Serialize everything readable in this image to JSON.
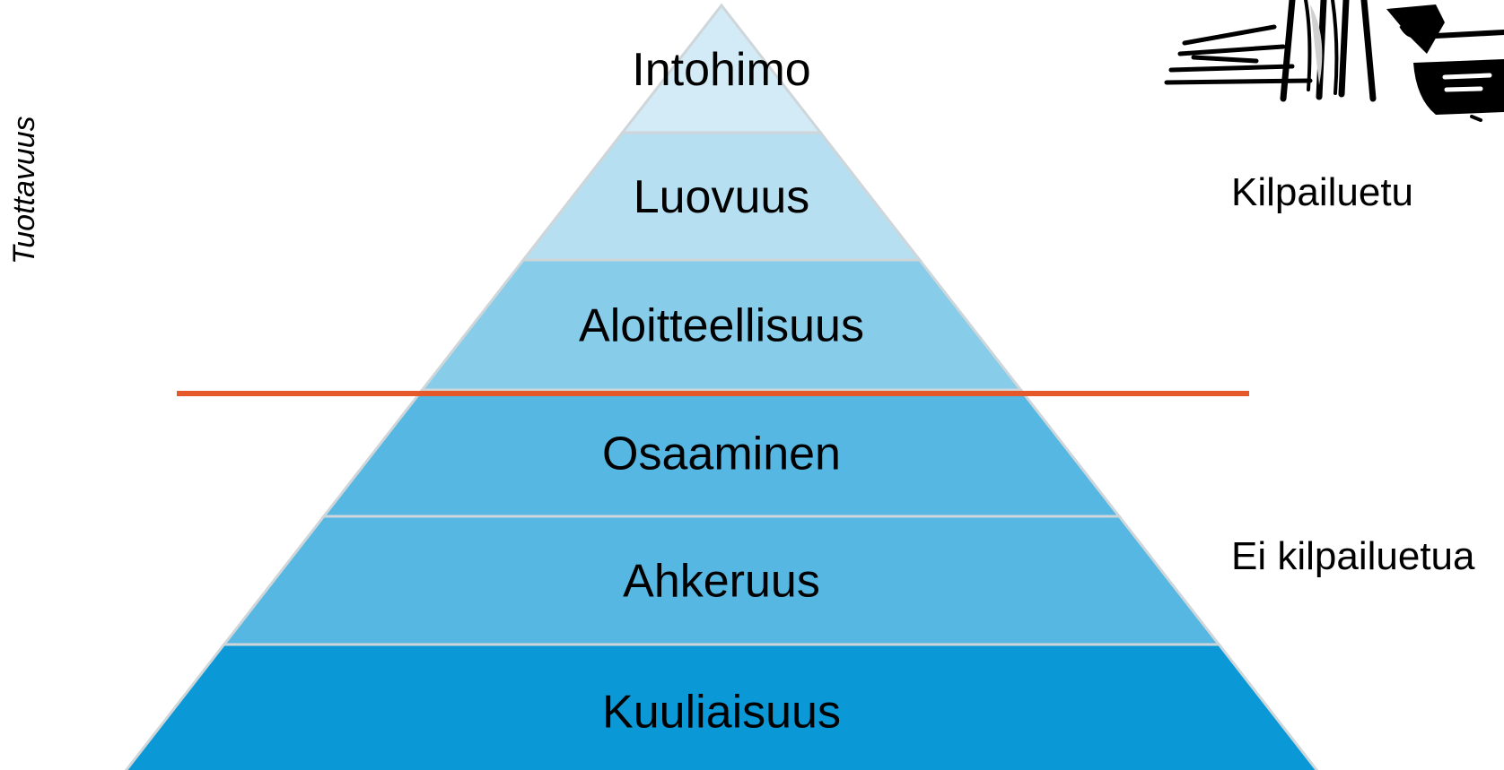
{
  "axis_label": "Tuottavuus",
  "tiers": [
    {
      "label": "Intohimo",
      "color": "#d2ebf7"
    },
    {
      "label": "Luovuus",
      "color": "#b6dff1"
    },
    {
      "label": "Aloitteellisuus",
      "color": "#87cdea"
    },
    {
      "label": "Osaaminen",
      "color": "#56b7e2"
    },
    {
      "label": "Ahkeruus",
      "color": "#56b7e2"
    },
    {
      "label": "Kuuliaisuus",
      "color": "#0a98d6"
    }
  ],
  "right_labels": {
    "competitive": "Kilpailuetu",
    "not_competitive": "Ei kilpailuetua"
  },
  "colors": {
    "divider": "#e4582a",
    "tier_border": "#cfd6da"
  },
  "illustration": {
    "icon": "sketch-illustration-icon"
  }
}
